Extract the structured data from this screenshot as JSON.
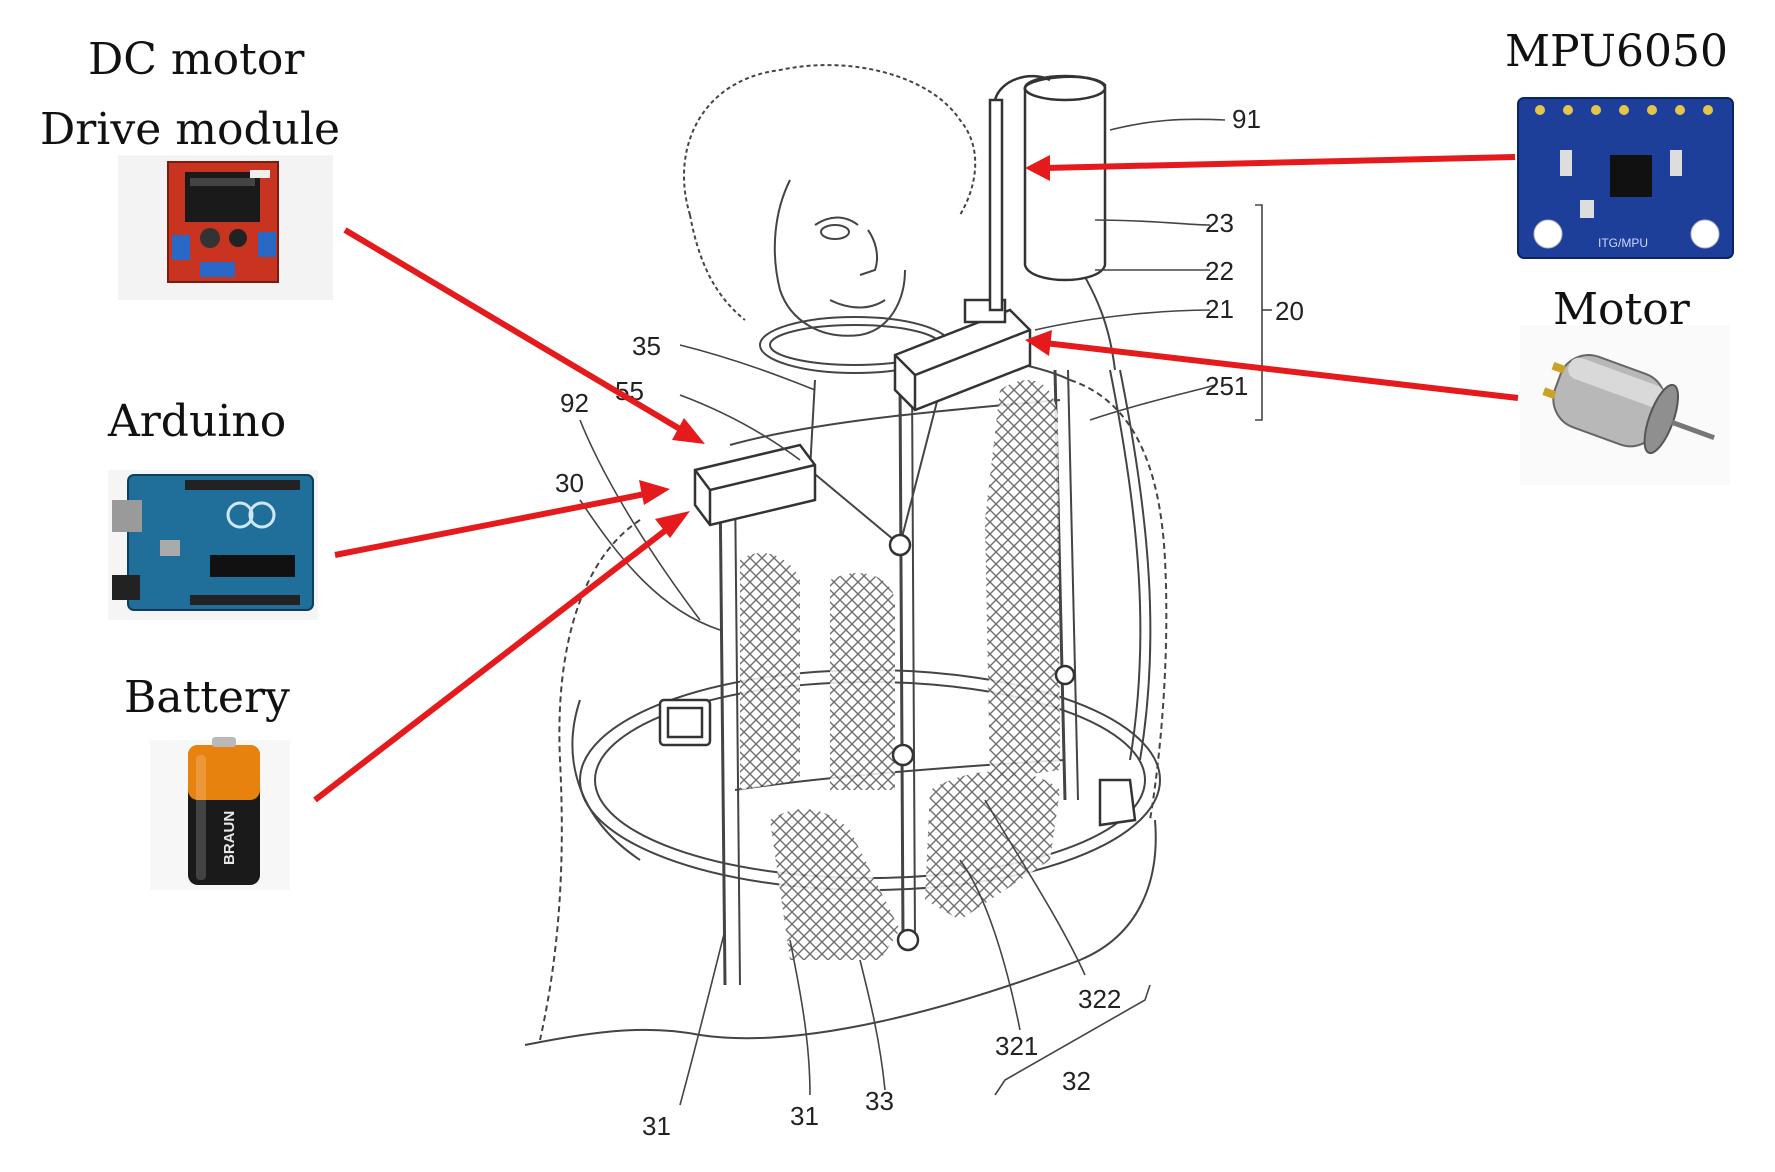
{
  "components": {
    "dc_motor_line1": "DC motor",
    "dc_motor_line2": "Drive module",
    "arduino": "Arduino",
    "battery": "Battery",
    "mpu": "MPU6050",
    "motor": "Motor"
  },
  "callouts": {
    "c91": "91",
    "c23": "23",
    "c22": "22",
    "c21": "21",
    "c20": "20",
    "c251": "251",
    "c35": "35",
    "c55": "55",
    "c92": "92",
    "c30": "30",
    "c31a": "31",
    "c31b": "31",
    "c33": "33",
    "c321": "321",
    "c322": "322",
    "c32": "32"
  },
  "device_text": {
    "battery_brand": "BRAUN",
    "mpu_chip_label": "ITG/MPU"
  },
  "colors": {
    "arrow": "#e41a1c",
    "line_art": "#333333",
    "board_red": "#c8341f",
    "board_blue_arduino": "#1f6f9a",
    "board_blue_mpu": "#1d3f9a",
    "battery_orange": "#e8820e"
  }
}
